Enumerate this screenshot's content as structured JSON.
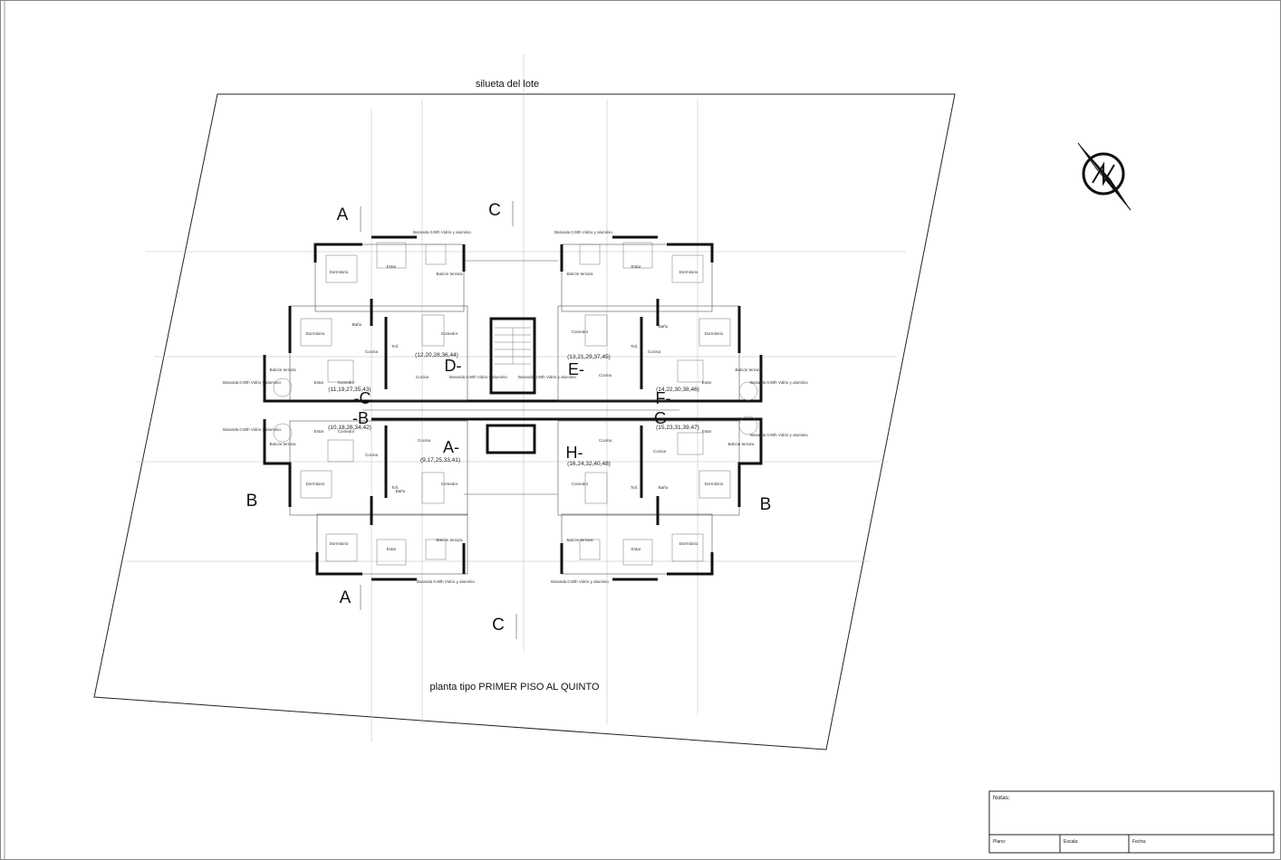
{
  "drawing": {
    "lot_title": "silueta del lote",
    "plan_title": "planta tipo  PRIMER  PISO AL QUINTO",
    "section_marks": {
      "a_top": "A",
      "a_bottom": "A",
      "b_left": "B",
      "b_right": "B",
      "c_top": "C",
      "c_bottom": "C"
    },
    "units": [
      {
        "letter": "-C",
        "code": "(11,19,27,35,43)"
      },
      {
        "letter": "-B",
        "code": "(10,18,26,34,42)"
      },
      {
        "letter": "D-",
        "code": "(12,20,28,36,44)"
      },
      {
        "letter": "A-",
        "code": "(9,17,25,33,41)"
      },
      {
        "letter": "E-",
        "code": "(13,21,29,37,45)"
      },
      {
        "letter": "H-",
        "code": "(16,24,32,40,48)"
      },
      {
        "letter": "F-",
        "code": "(14,22,30,38,46)"
      },
      {
        "letter": "G-",
        "code": "(15,23,31,39,47)"
      }
    ],
    "rooms": {
      "dormitorio": "Dormitorio",
      "estar": "Estar",
      "bano": "Baño",
      "cocina": "Cocina",
      "comedor": "Comedor",
      "balcon": "Balcón terraza",
      "baranda": "Baranda 0.90h Vidrio y aluminio",
      "toil": "Toil."
    }
  },
  "title_block": {
    "notes_label": "Notas:",
    "plano_label": "Plano:",
    "escala_label": "Escala:",
    "fecha_label": "Fecha:"
  }
}
